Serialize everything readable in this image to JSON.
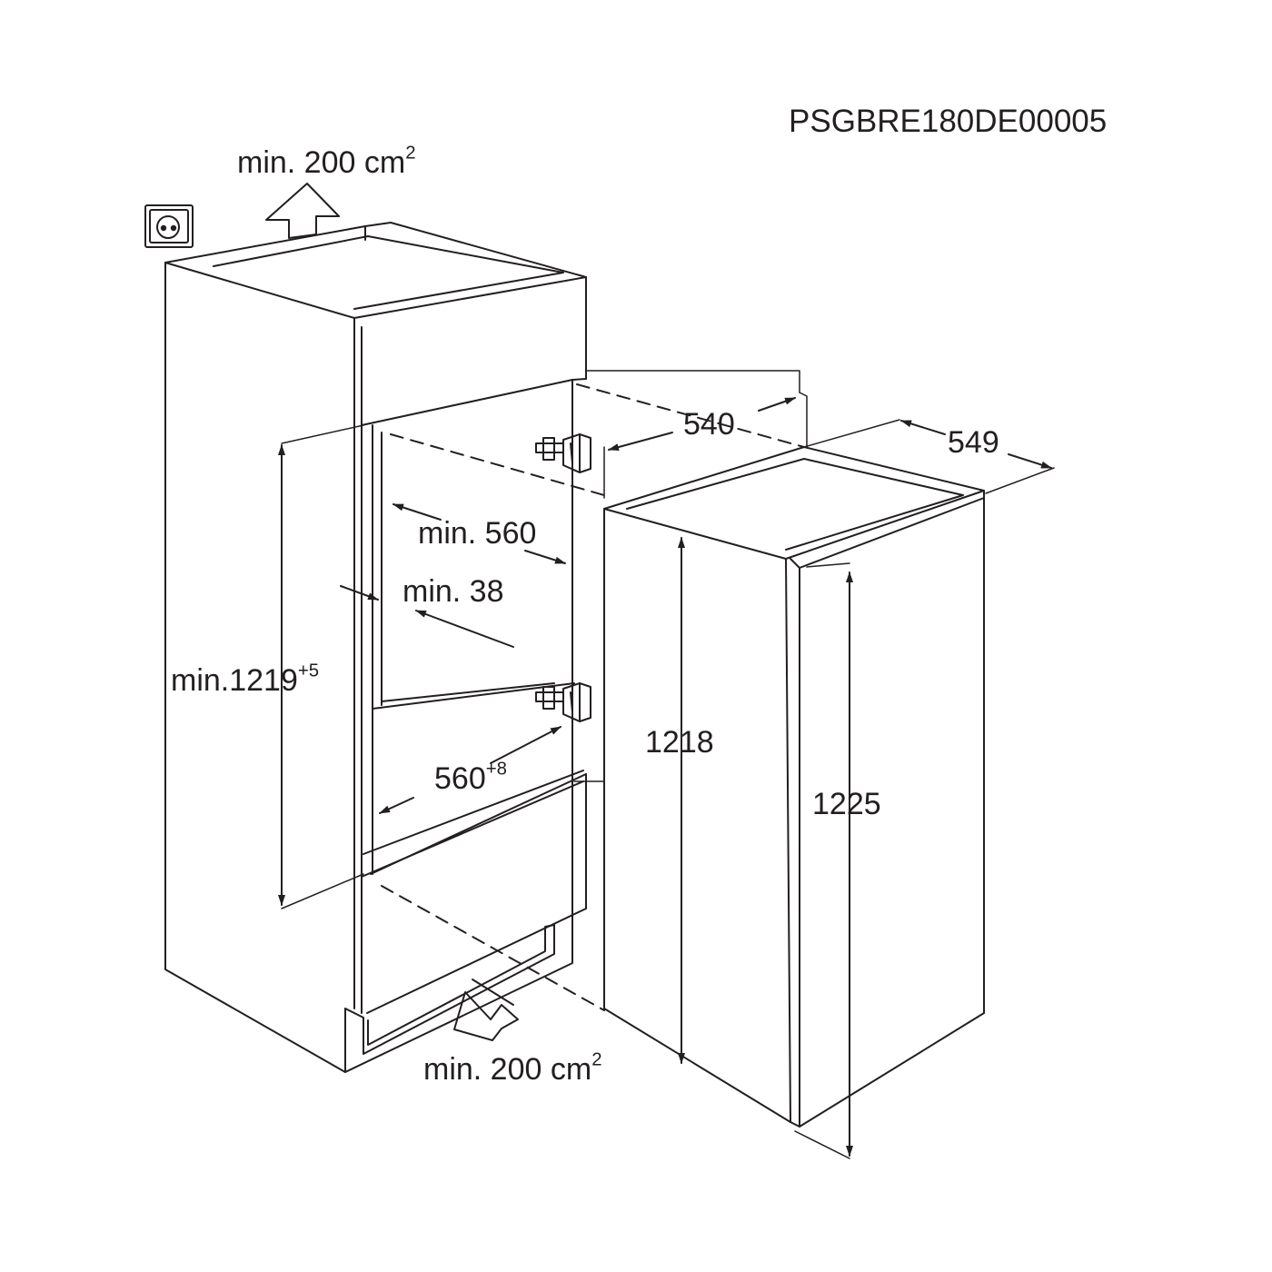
{
  "drawing_code": "PSGBRE180DE00005",
  "labels": {
    "vent_top": {
      "main": "min. 200 cm",
      "sup": "2"
    },
    "vent_bottom": {
      "main": "min. 200 cm",
      "sup": "2"
    },
    "niche_height": {
      "main": "min.1219",
      "sup": "+5"
    },
    "niche_width": "min. 560",
    "wall_thickness": "min. 38",
    "niche_depth": {
      "main": "560",
      "sup": "+8"
    },
    "appliance_width": "540",
    "appliance_depth": "549",
    "appliance_height": "1218",
    "overall_height": "1225"
  },
  "icons": {
    "socket": "power-socket-icon",
    "airflow_up": "airflow-up-arrow-icon",
    "airflow_in": "airflow-in-arrow-icon",
    "hinge_top": "hinge-icon",
    "hinge_bottom": "hinge-icon"
  },
  "colors": {
    "line": "#231f20",
    "background": "#ffffff"
  }
}
